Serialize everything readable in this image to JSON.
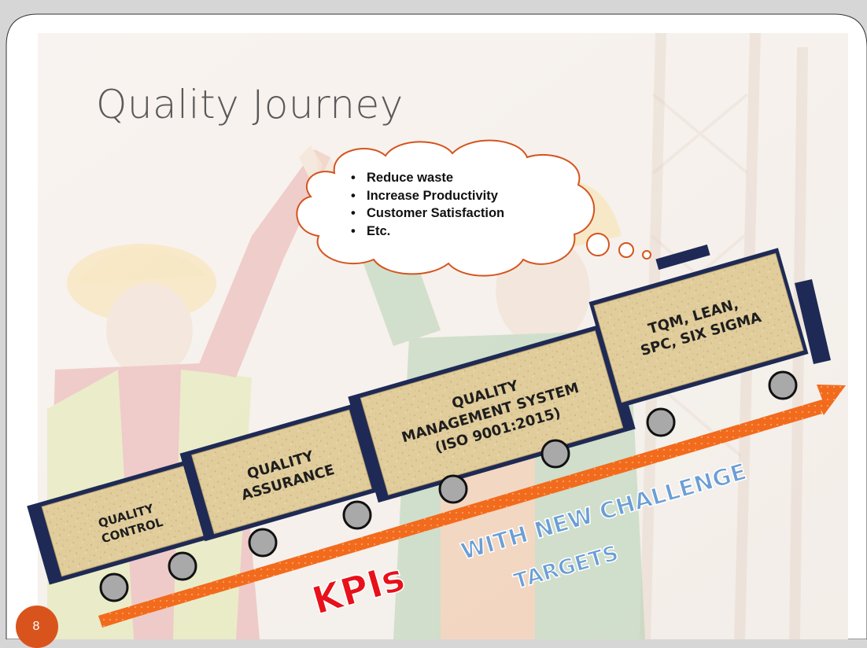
{
  "slide": {
    "title": "Quality Journey",
    "page_number": "8"
  },
  "cloud": {
    "bullets": [
      "Reduce waste",
      "Increase Productivity",
      "Customer Satisfaction",
      "Etc."
    ]
  },
  "train": {
    "cars": [
      {
        "lines": [
          "QUALITY",
          "CONTROL"
        ]
      },
      {
        "lines": [
          "QUALITY",
          "ASSURANCE"
        ]
      },
      {
        "lines": [
          "QUALITY",
          "MANAGEMENT SYSTEM",
          "(ISO 9001:2015)"
        ]
      },
      {
        "lines": [
          "TQM, LEAN,",
          "SPC, SIX SIGMA"
        ]
      }
    ]
  },
  "arrow": {
    "kpi_label": "KPIs",
    "with_label": "WITH NEW CHALLENGE",
    "targets_label": "TARGETS"
  },
  "colors": {
    "accent_orange": "#d9541d",
    "arrow_orange": "#f26b1d",
    "kpi_red": "#e8101a",
    "car_frame": "#1e2a55",
    "car_fill": "#e2cf9f",
    "text_blue": "#6b9ed6"
  }
}
